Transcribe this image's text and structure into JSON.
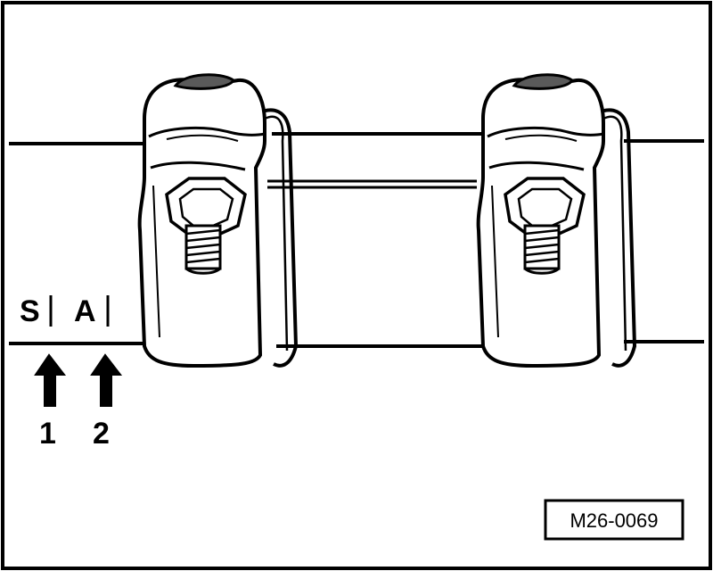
{
  "labels": {
    "marker_s": "S",
    "marker_a": "A",
    "callout_1": "1",
    "callout_2": "2"
  },
  "reference_code": "M26-0069",
  "icons": {
    "arrow": "up-arrow-icon",
    "clamp": "exhaust-clamp-icon"
  },
  "colors": {
    "line": "#000000",
    "background": "#ffffff",
    "shade": "#5a5a5a"
  }
}
